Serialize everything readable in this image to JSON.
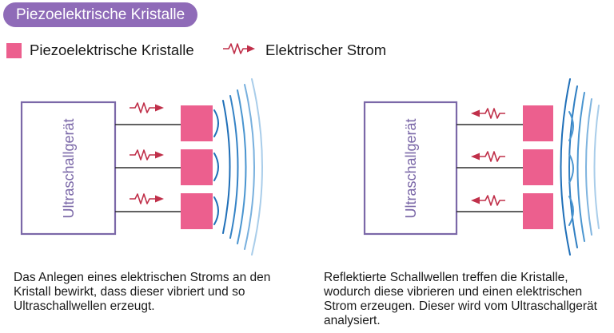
{
  "title": "Piezoelektrische Kristalle",
  "legend": {
    "crystal_label": "Piezoelektrische Kristalle",
    "current_label": "Elektrischer Strom"
  },
  "panels": {
    "left": {
      "device_label": "Ultraschallgerät",
      "caption": "Das Anlegen eines elektrischen Stroms an den Kristall bewirkt, dass dieser vibriert und so Ultraschallwellen erzeugt."
    },
    "right": {
      "device_label": "Ultraschallgerät",
      "caption": "Reflektierte Schallwellen treffen die Kristalle, wodurch diese vibrieren und einen elektrischen Strom erzeugen. Dieser wird vom Ultraschallgerät analysiert."
    }
  },
  "colors": {
    "title_bg": "#8f6bb8",
    "device_border": "#7b68a8",
    "device_text": "#7b68a8",
    "crystal": "#ec5f8e",
    "current": "#c0304a",
    "wire": "#2d2d2d",
    "wave_dark": "#1f6fb8",
    "wave_mid": "#4a95d0",
    "wave_light": "#9cc6e8"
  }
}
